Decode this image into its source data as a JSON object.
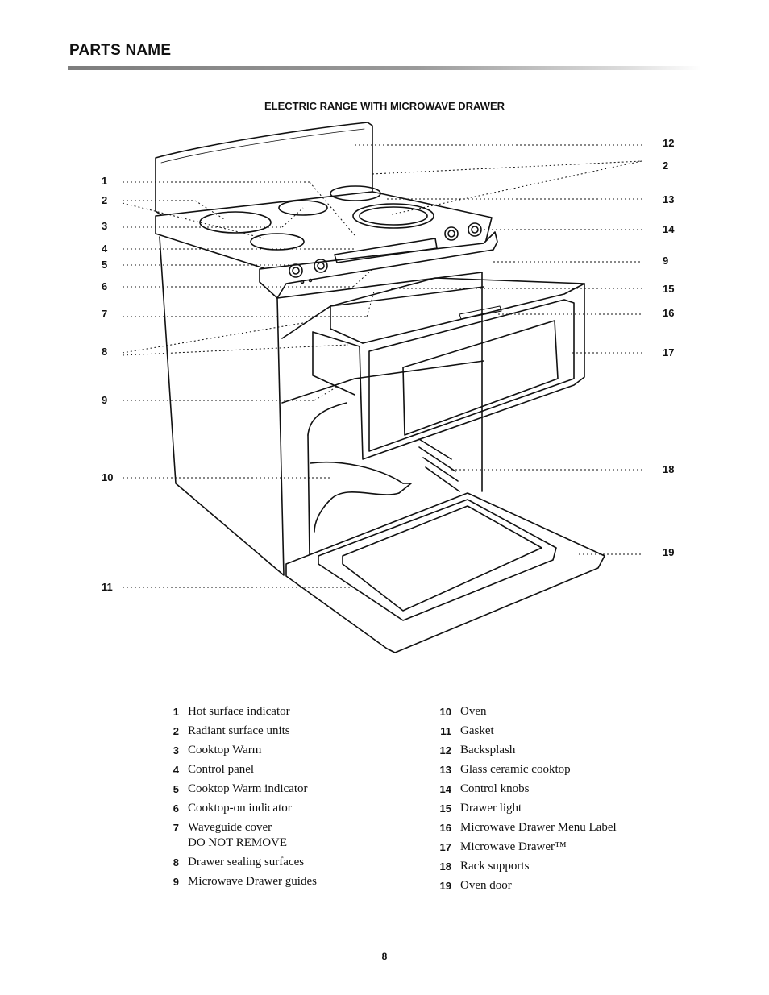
{
  "page": {
    "title": "PARTS NAME",
    "number": "8"
  },
  "diagram": {
    "title": "ELECTRIC RANGE WITH MICROWAVE DRAWER",
    "left_callouts": [
      "1",
      "2",
      "3",
      "4",
      "5",
      "6",
      "7",
      "8",
      "9",
      "10",
      "11"
    ],
    "right_callouts": [
      "12",
      "2",
      "13",
      "14",
      "9",
      "15",
      "16",
      "17",
      "18",
      "19"
    ]
  },
  "legend": {
    "left": [
      {
        "num": "1",
        "text": "Hot surface indicator"
      },
      {
        "num": "2",
        "text": "Radiant surface units"
      },
      {
        "num": "3",
        "text": "Cooktop Warm"
      },
      {
        "num": "4",
        "text": "Control panel"
      },
      {
        "num": "5",
        "text": "Cooktop Warm indicator"
      },
      {
        "num": "6",
        "text": "Cooktop-on indicator"
      },
      {
        "num": "7",
        "text": "Waveguide cover",
        "sub": "DO NOT REMOVE"
      },
      {
        "num": "8",
        "text": "Drawer sealing surfaces"
      },
      {
        "num": "9",
        "text": "Microwave Drawer guides"
      }
    ],
    "right": [
      {
        "num": "10",
        "text": "Oven"
      },
      {
        "num": "11",
        "text": "Gasket"
      },
      {
        "num": "12",
        "text": "Backsplash"
      },
      {
        "num": "13",
        "text": "Glass ceramic cooktop"
      },
      {
        "num": "14",
        "text": "Control knobs"
      },
      {
        "num": "15",
        "text": "Drawer light"
      },
      {
        "num": "16",
        "text": "Microwave Drawer Menu Label"
      },
      {
        "num": "17",
        "text": "Microwave Drawer™"
      },
      {
        "num": "18",
        "text": "Rack supports"
      },
      {
        "num": "19",
        "text": "Oven door"
      }
    ]
  }
}
